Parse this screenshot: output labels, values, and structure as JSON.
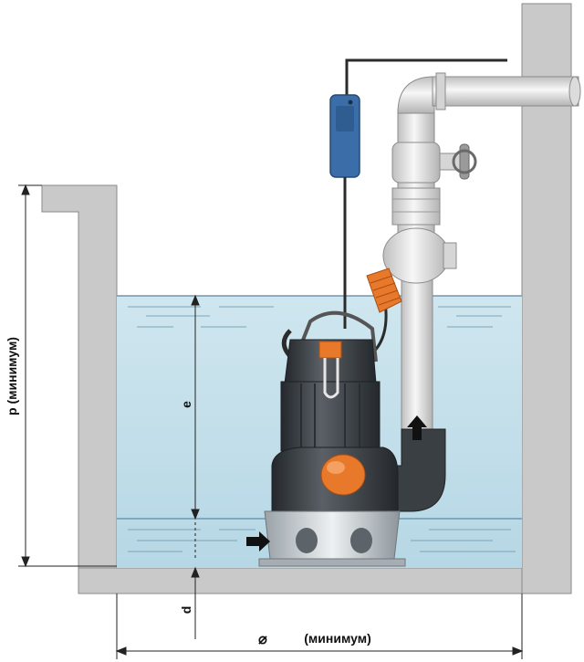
{
  "labels": {
    "p": "p (минимум)",
    "e": "e",
    "d": "d",
    "diameter_symbol": "⌀",
    "width_min": "(минимум)"
  },
  "colors": {
    "wall": "#c9c9c9",
    "wall_edge": "#8a8a8a",
    "water": "#bfdde9",
    "water_line": "#6e97ad",
    "pump_body": "#3a3f44",
    "float_orange": "#e8782a",
    "control_box": "#3b6ea8",
    "pipe": "#eaeaea"
  }
}
